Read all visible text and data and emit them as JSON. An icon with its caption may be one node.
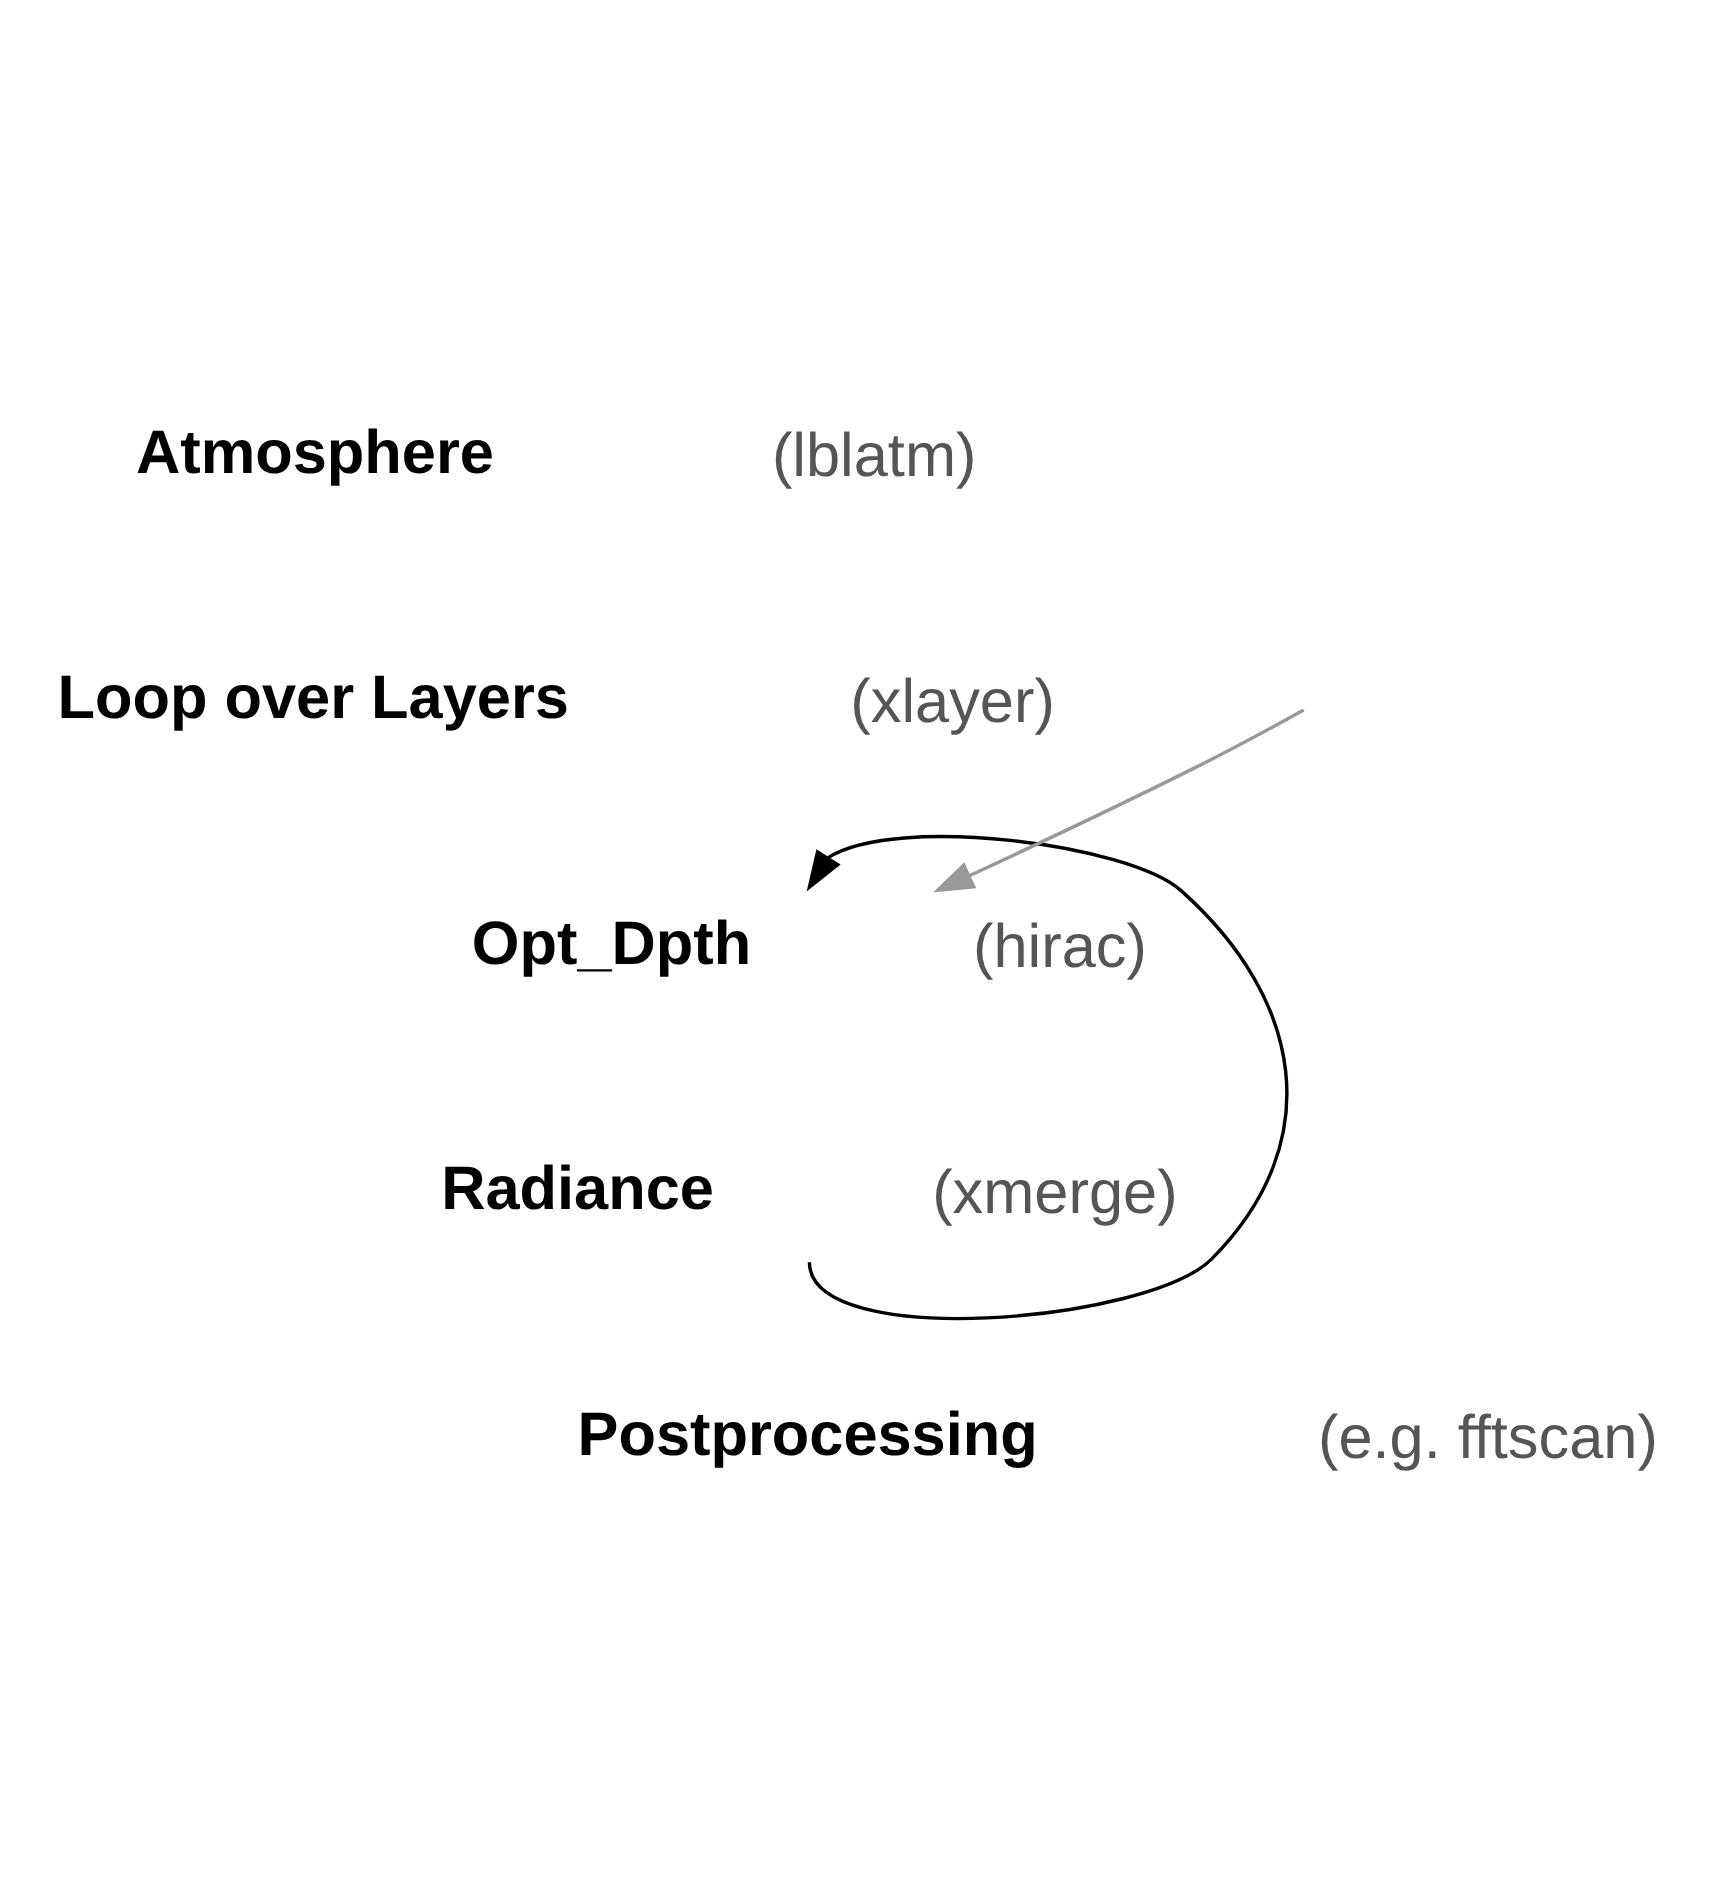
{
  "diagram": {
    "nodes": [
      {
        "text": [
          "Opt_Dpth"
        ],
        "beside": [
          "(hirac)"
        ]
      },
      {
        "text": [
          "Radiance"
        ],
        "beside": [
          "(xmerge)"
        ]
      }
    ],
    "edges": [
      {
        "from": 1,
        "to": 0,
        "arrow": "to"
      },
      {
        "from": null,
        "to": 0,
        "arrow": "to",
        "color": "#999999"
      }
    ],
    "labels": [
      "Atmosphere",
      "(lblatm)",
      "Loop over Layers",
      "(xlayer)",
      "Postprocessing",
      "(e.g. fftscan)"
    ]
  }
}
